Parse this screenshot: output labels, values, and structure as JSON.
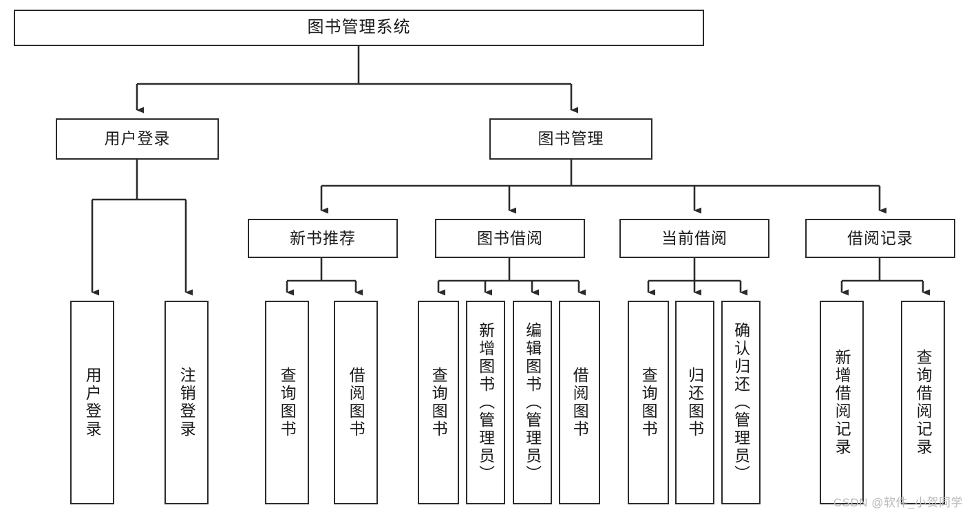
{
  "diagram": {
    "title": "图书管理系统",
    "type": "tree-hierarchy",
    "background_color": "#ffffff",
    "line_color": "#2b2b2b",
    "box_border_color": "#2b2b2b",
    "text_color": "#1a1a1a",
    "watermark": "CSDN @软件_小贺同学"
  },
  "nodes": {
    "root": {
      "label": "图书管理系统"
    },
    "level2": [
      {
        "label": "用户登录"
      },
      {
        "label": "图书管理"
      }
    ],
    "level3": [
      {
        "label": "新书推荐"
      },
      {
        "label": "图书借阅"
      },
      {
        "label": "当前借阅"
      },
      {
        "label": "借阅记录"
      }
    ],
    "leaves": {
      "user_login": [
        {
          "label": "用户登录"
        },
        {
          "label": "注销登录"
        }
      ],
      "new_book_recommend": [
        {
          "label": "查询图书"
        },
        {
          "label": "借阅图书"
        }
      ],
      "book_borrow": [
        {
          "label": "查询图书"
        },
        {
          "label": "新增图书（管理员）"
        },
        {
          "label": "编辑图书（管理员）"
        },
        {
          "label": "借阅图书"
        }
      ],
      "current_borrow": [
        {
          "label": "查询图书"
        },
        {
          "label": "归还图书"
        },
        {
          "label": "确认归还（管理员）"
        }
      ],
      "borrow_record": [
        {
          "label": "新增借阅记录"
        },
        {
          "label": "查询借阅记录"
        }
      ]
    }
  }
}
